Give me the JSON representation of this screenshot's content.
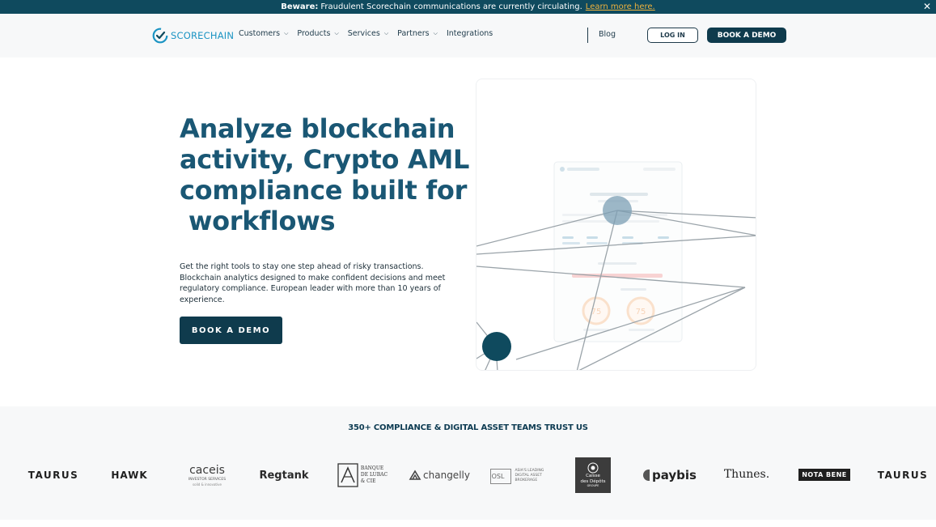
{
  "announcement": {
    "prefix": "Beware:",
    "message": "Fraudulent Scorechain communications are currently circulating.",
    "link": "Learn more here.",
    "close": "✕"
  },
  "nav": {
    "logo_text": "SCORECHAIN",
    "items": [
      {
        "label": "Customers",
        "has_dropdown": true
      },
      {
        "label": "Products",
        "has_dropdown": true
      },
      {
        "label": "Services",
        "has_dropdown": true
      },
      {
        "label": "Partners",
        "has_dropdown": true
      },
      {
        "label": "Integrations",
        "has_dropdown": false
      }
    ],
    "blog": "Blog",
    "login": "LOG IN",
    "demo": "BOOK A DEMO"
  },
  "hero": {
    "title_lines": [
      "Analyze blockchain",
      "activity, Crypto AML",
      "compliance built for",
      " workflows"
    ],
    "description": "Get the right tools to stay one step ahead of risky transactions. Blockchain analytics designed to make confident decisions and meet regulatory compliance. European leader with more than 10 years of experience.",
    "button": "BOOK A DEMO"
  },
  "trust": {
    "title": "350+ COMPLIANCE & DIGITAL ASSET TEAMS TRUST US",
    "logos": {
      "taurus_1": "TAURUS",
      "hawk": "HAWK",
      "caceis_main": "caceis",
      "caceis_sub": "INVESTOR SERVICES",
      "caceis_tag": "solid & innovative",
      "regtank": "Regtank",
      "lubac_1": "BANQUE",
      "lubac_2": "DE LUBAC",
      "lubac_3": "& CIE",
      "changelly": "changelly",
      "osl_mark": "OSL",
      "osl_1": "ASIA'S LEADING",
      "osl_2": "DIGITAL ASSET",
      "osl_3": "BROKERAGE",
      "cdc_1": "Caisse",
      "cdc_2": "des Dépôts",
      "cdc_3": "GROUPE",
      "paybis": "paybis",
      "thunes": "Thunes.",
      "notabene": "NOTA BENE",
      "taurus_2": "TAURUS"
    }
  },
  "colors": {
    "brand_dark": "#0f3b4d",
    "brand_blue": "#1a5774",
    "logo_blue": "#1b94c3",
    "warning_link": "#f0b23d"
  }
}
